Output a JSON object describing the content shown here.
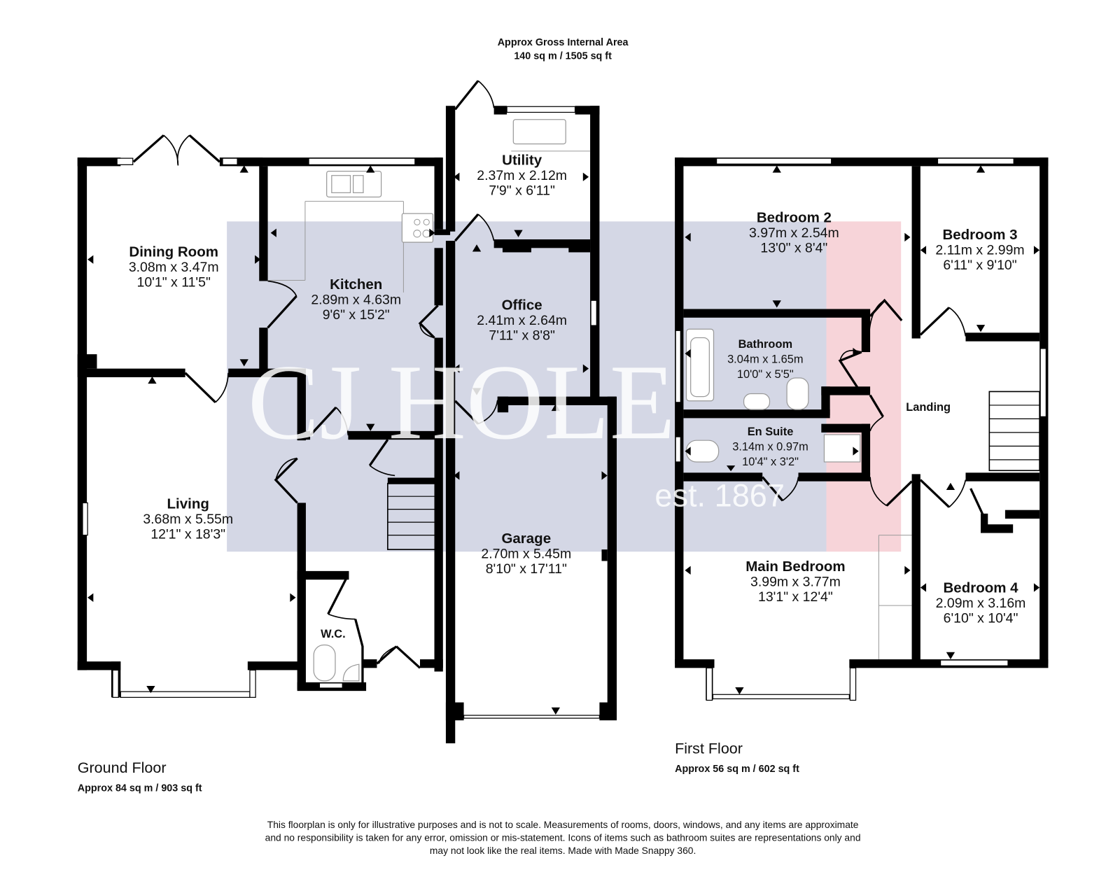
{
  "header": {
    "title": "Approx Gross Internal Area",
    "area": "140 sq m / 1505 sq ft"
  },
  "watermark": {
    "brand": "CJ HOLE",
    "est": "est. 1867",
    "colors": {
      "block": "#b8bdd3",
      "accent": "#f2b8c0"
    }
  },
  "ground_floor": {
    "title": "Ground Floor",
    "area": "Approx 84 sq m / 903 sq ft",
    "rooms": [
      {
        "name": "Dining Room",
        "metric": "3.08m x 3.47m",
        "imperial": "10'1\" x 11'5\""
      },
      {
        "name": "Kitchen",
        "metric": "2.89m x 4.63m",
        "imperial": "9'6\" x 15'2\""
      },
      {
        "name": "Utility",
        "metric": "2.37m x 2.12m",
        "imperial": "7'9\" x 6'11\""
      },
      {
        "name": "Office",
        "metric": "2.41m x 2.64m",
        "imperial": "7'11\" x 8'8\""
      },
      {
        "name": "Living",
        "metric": "3.68m x 5.55m",
        "imperial": "12'1\" x 18'3\""
      },
      {
        "name": "Garage",
        "metric": "2.70m x 5.45m",
        "imperial": "8'10\" x 17'11\""
      },
      {
        "name": "W.C.",
        "metric": "",
        "imperial": ""
      }
    ]
  },
  "first_floor": {
    "title": "First Floor",
    "area": "Approx 56 sq m / 602 sq ft",
    "rooms": [
      {
        "name": "Bedroom 2",
        "metric": "3.97m x 2.54m",
        "imperial": "13'0\" x 8'4\""
      },
      {
        "name": "Bedroom 3",
        "metric": "2.11m x 2.99m",
        "imperial": "6'11\" x 9'10\""
      },
      {
        "name": "Bathroom",
        "metric": "3.04m x 1.65m",
        "imperial": "10'0\" x 5'5\""
      },
      {
        "name": "En Suite",
        "metric": "3.14m x 0.97m",
        "imperial": "10'4\" x 3'2\""
      },
      {
        "name": "Landing",
        "metric": "",
        "imperial": ""
      },
      {
        "name": "Main Bedroom",
        "metric": "3.99m x 3.77m",
        "imperial": "13'1\" x 12'4\""
      },
      {
        "name": "Bedroom 4",
        "metric": "2.09m x 3.16m",
        "imperial": "6'10\" x 10'4\""
      }
    ]
  },
  "disclaimer": {
    "line1": "This floorplan is only for illustrative purposes and is not to scale. Measurements of rooms, doors, windows, and any items are approximate",
    "line2": "and no responsibility is taken for any error, omission or mis-statement. Icons of items such as bathroom suites are representations only and",
    "line3": "may not look like the real items. Made with Made Snappy 360."
  }
}
